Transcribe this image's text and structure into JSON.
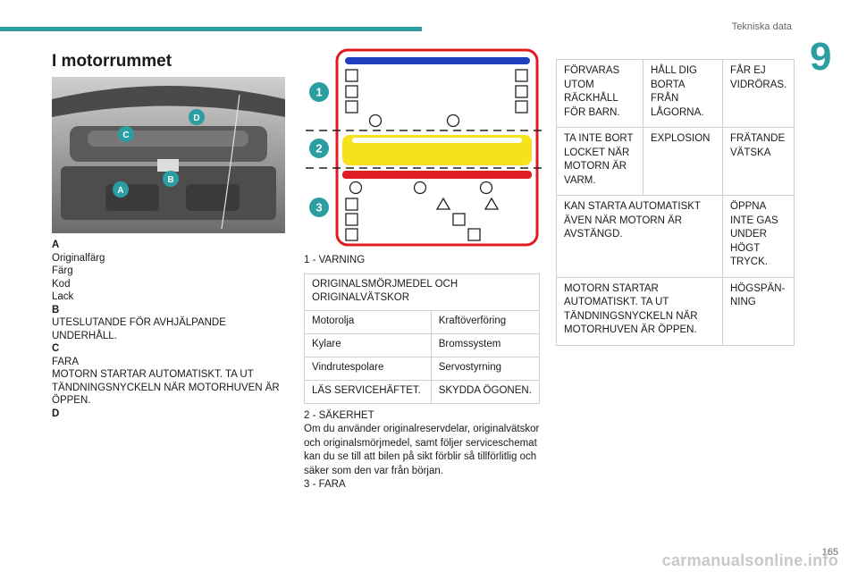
{
  "header": {
    "section_title": "Tekniska data",
    "chapter_number": "9"
  },
  "footer": {
    "page_number": "165",
    "watermark": "carmanualsonline.info"
  },
  "left": {
    "title": "I motorrummet",
    "photo_markers": [
      "A",
      "B",
      "C",
      "D"
    ],
    "legend": [
      {
        "key": "A",
        "lines": [
          "Originalfärg",
          "Färg",
          "Kod",
          "Lack"
        ]
      },
      {
        "key": "B",
        "lines": [
          "UTESLUTANDE FÖR AVHJÄLPANDE UNDERHÅLL."
        ]
      },
      {
        "key": "C",
        "lines": [
          "FARA",
          "MOTORN STARTAR AUTOMATISKT. TA UT TÄNDNINGSNYCKELN NÄR MOTORHUVEN ÄR ÖPPEN."
        ]
      },
      {
        "key": "D",
        "lines": []
      }
    ]
  },
  "diagram": {
    "markers": [
      "1",
      "2",
      "3"
    ],
    "colors": {
      "frame": "#e11b22",
      "blue": "#1f3fbf",
      "yellow": "#f6e21a",
      "red": "#e11b22",
      "marker": "#2a9ea0"
    }
  },
  "middle": {
    "warning_heading": "1 - VARNING",
    "table": [
      [
        "ORIGINALSMÖRJMEDEL OCH ORIGINALVÄTSKOR"
      ],
      [
        "Motorolja",
        "Kraftöverföring"
      ],
      [
        "Kylare",
        "Bromssystem"
      ],
      [
        "Vindrutespolare",
        "Servostyrning"
      ],
      [
        "LÄS SERVICEHÄFTET.",
        "SKYDDA ÖGONEN."
      ]
    ],
    "safety_heading": "2 - SÄKERHET",
    "safety_text": "Om du använder originalreservdelar, originalvätskor och originalsmörjmedel, samt följer serviceschemat kan du se till att bilen på sikt förblir så tillförlitlig och säker som den var från början.",
    "danger_heading": "3 - FARA"
  },
  "right_table": [
    [
      "FÖRVARAS UTOM RÄCKHÅLL FÖR BARN.",
      "HÅLL DIG BORTA FRÅN LÅGORNA.",
      "FÅR EJ VIDRÖRAS."
    ],
    [
      "TA INTE BORT LOCKET NÄR MOTORN ÄR VARM.",
      "EXPLOSION",
      "FRÄTANDE VÄTSKA"
    ],
    [
      "KAN STARTA AUTOMATISKT ÄVEN NÄR MOTORN ÄR AVSTÄNGD.",
      "ÖPPNA INTE GAS UNDER HÖGT TRYCK."
    ],
    [
      "MOTORN STARTAR AUTOMATISKT. TA UT TÄNDNINGSNYCKELN NÄR MOTORHUVEN ÄR ÖPPEN.",
      "HÖGSPÄN-NING"
    ]
  ]
}
